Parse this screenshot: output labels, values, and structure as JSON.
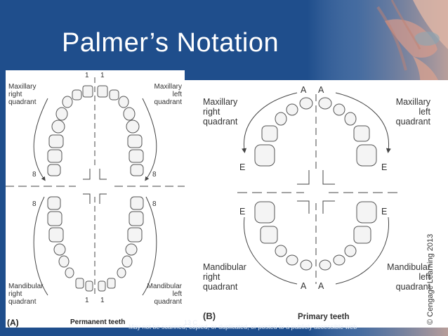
{
  "slide": {
    "title": "Palmer’s Notation",
    "footer_left_fragment": "13 C",
    "footer_text": "May not be scanned, copied, or duplicated, or posted to a publicly accessible web",
    "copyright": "© Cengage Learning 2013"
  },
  "panelA": {
    "label": "(A)",
    "caption": "Permanent teeth",
    "top_num_left": "1",
    "top_num_right": "1",
    "bottom_num_left": "1",
    "bottom_num_right": "1",
    "num_8": "8",
    "upper_right": [
      "Maxillary",
      "right",
      "quadrant"
    ],
    "upper_left": [
      "Maxillary",
      "left",
      "quadrant"
    ],
    "lower_right": [
      "Mandibular",
      "right",
      "quadrant"
    ],
    "lower_left": [
      "Mandibular",
      "left",
      "quadrant"
    ]
  },
  "panelB": {
    "label": "(B)",
    "caption": "Primary teeth",
    "letter_a": "A",
    "letter_e": "E",
    "upper_right": [
      "Maxillary",
      "right",
      "quadrant"
    ],
    "upper_left": [
      "Maxillary",
      "left",
      "quadrant"
    ],
    "lower_right": [
      "Mandibular",
      "right",
      "quadrant"
    ],
    "lower_left": [
      "Mandibular",
      "left",
      "quadrant"
    ]
  }
}
